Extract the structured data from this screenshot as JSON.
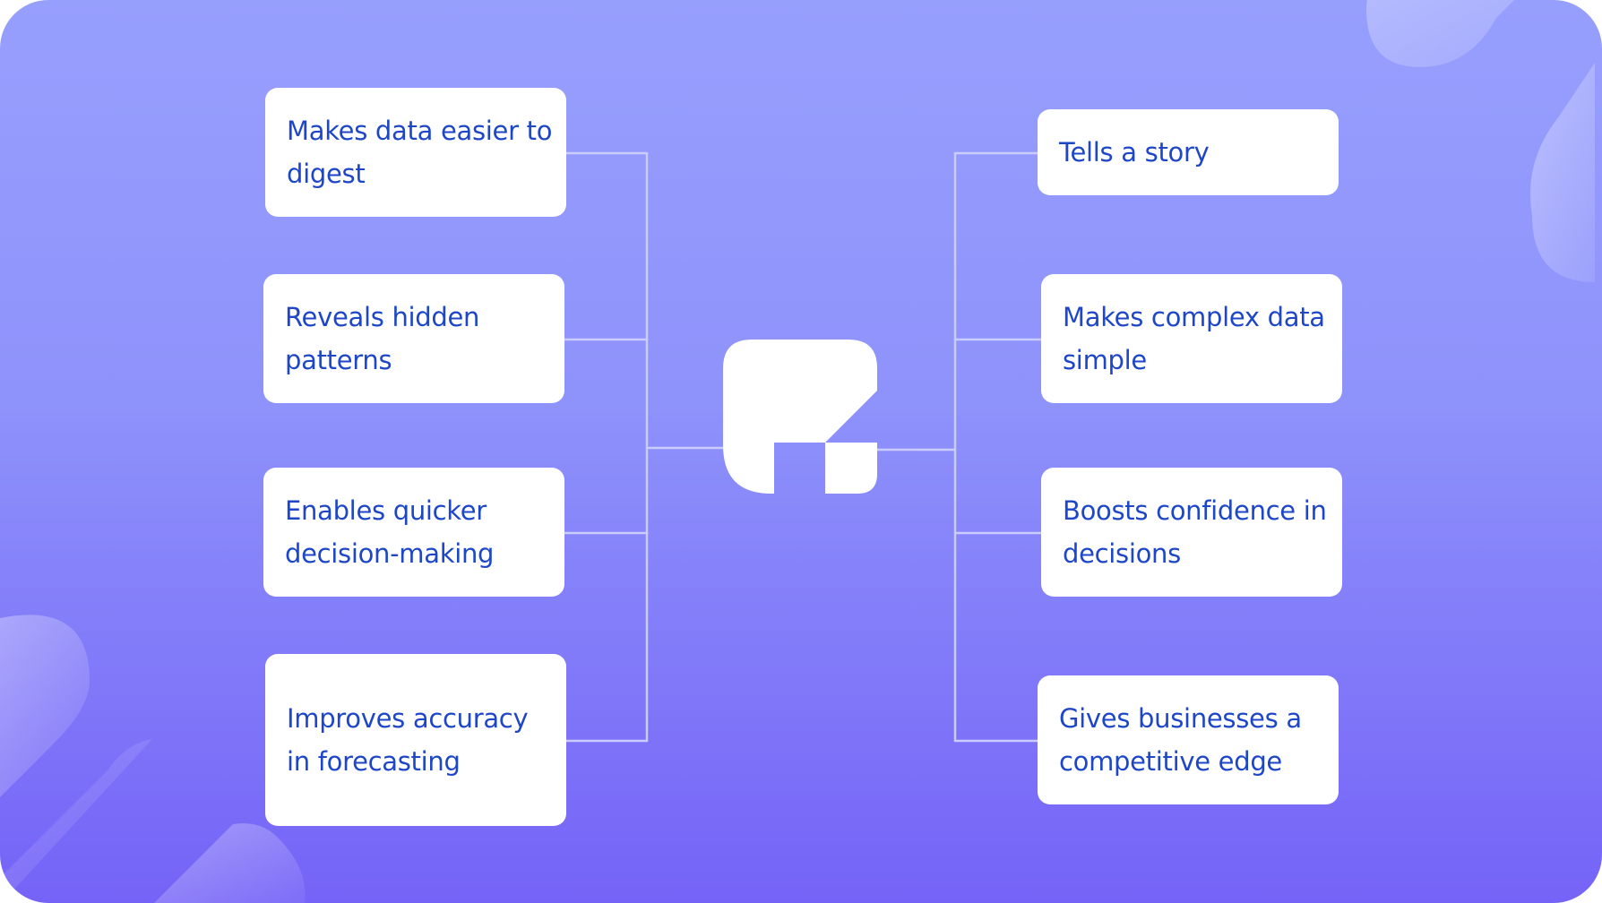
{
  "colors": {
    "card_text": "#1E46C8",
    "card_background": "#FFFFFF",
    "gradient_top": "#979FFD",
    "gradient_bottom": "#7563F7",
    "connector": "#C9CCFD"
  },
  "center": {
    "icon": "brand-logo-icon"
  },
  "left_items": [
    {
      "label": "Makes data easier to digest"
    },
    {
      "label": "Reveals hidden patterns"
    },
    {
      "label": "Enables quicker decision-making"
    },
    {
      "label": "Improves accuracy in forecasting"
    }
  ],
  "right_items": [
    {
      "label": "Tells a story"
    },
    {
      "label": "Makes complex data simple"
    },
    {
      "label": "Boosts confidence in decisions"
    },
    {
      "label": "Gives businesses a competitive edge"
    }
  ]
}
